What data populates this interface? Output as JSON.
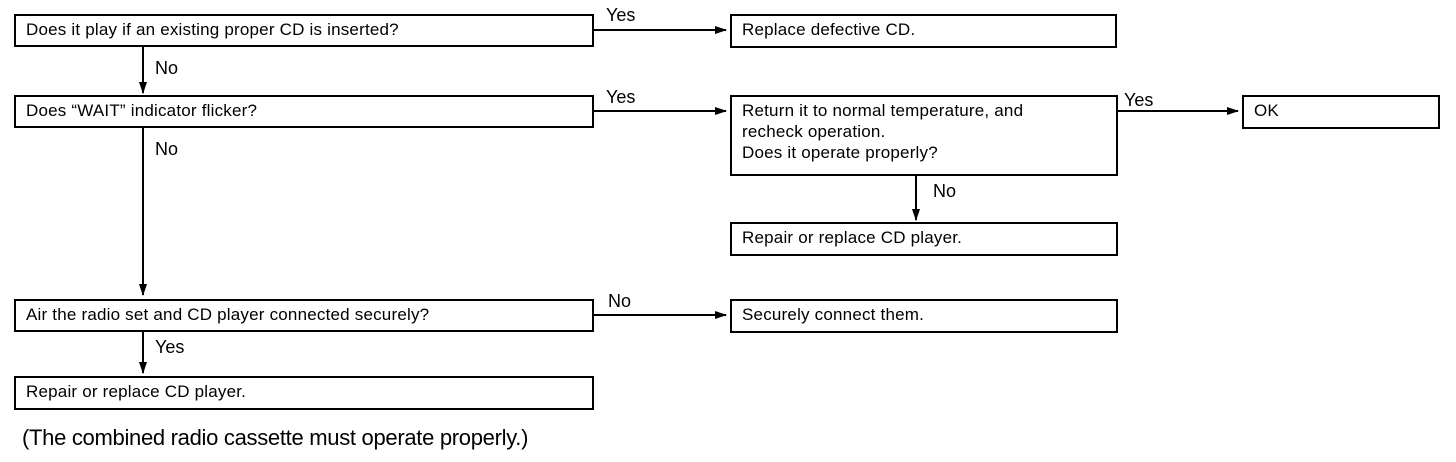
{
  "flowchart": {
    "q1": "Does it play if an existing proper CD is inserted?",
    "q1_yes_result": "Replace defective CD.",
    "q2": "Does “WAIT” indicator flicker?",
    "q2_yes_result": [
      "Return it to normal temperature, and",
      "recheck operation.",
      "Does it operate properly?"
    ],
    "ok_result": "OK",
    "temp_no_result": "Repair or replace CD player.",
    "q3": "Air the radio set and CD player connected securely?",
    "q3_no_result": "Securely connect them.",
    "q3_yes_result": "Repair or replace CD player.",
    "labels": {
      "yes": "Yes",
      "no": "No"
    }
  },
  "footnote": "(The combined radio cassette must operate properly.)"
}
